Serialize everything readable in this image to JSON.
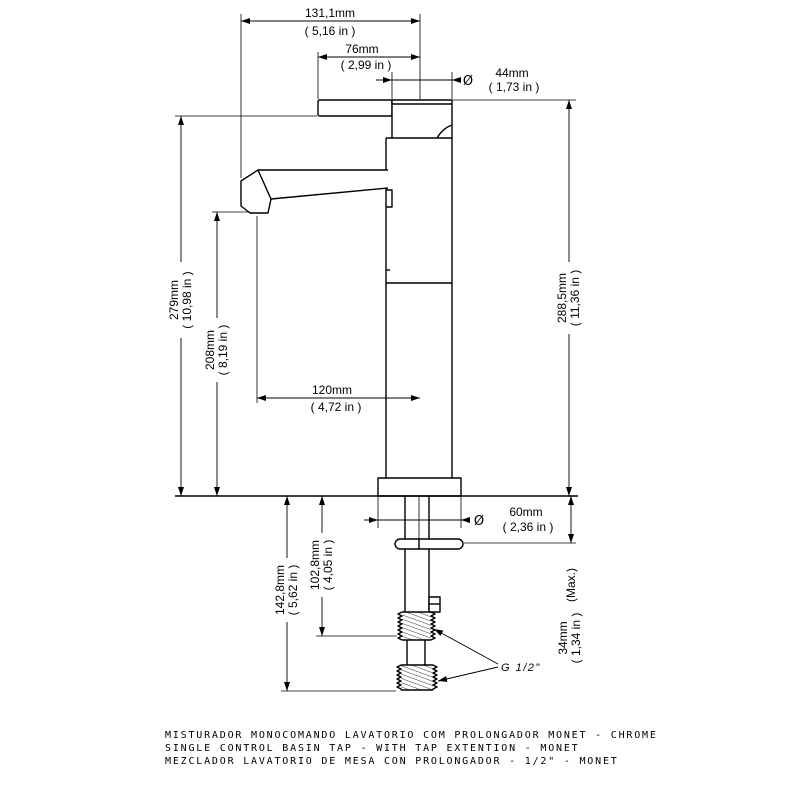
{
  "dimensions": {
    "overall_width": {
      "mm": "131,1mm",
      "in": "( 5,16 in )"
    },
    "lever_length": {
      "mm": "76mm",
      "in": "( 2,99 in )"
    },
    "body_diameter": {
      "symbol": "Ø",
      "mm": "44mm",
      "in": "( 1,73 in )"
    },
    "total_height": {
      "mm": "279mm",
      "in": "( 10,98 in )"
    },
    "spout_height": {
      "mm": "208mm",
      "in": "( 8,19 in )"
    },
    "spout_reach": {
      "mm": "120mm",
      "in": "( 4,72 in )"
    },
    "body_height": {
      "mm": "288,5mm",
      "in": "( 11,36 in )"
    },
    "base_diameter": {
      "symbol": "Ø",
      "mm": "60mm",
      "in": "( 2,36 in )"
    },
    "shank_length": {
      "mm": "142,8mm",
      "in": "( 5,62 in )"
    },
    "thread_depth": {
      "mm": "102,8mm",
      "in": "( 4,05 in )"
    },
    "counter_thickness": {
      "mm": "34mm",
      "in": "( 1,34 in )",
      "max_note": "(Max.)"
    }
  },
  "connection": {
    "label": "G 1/2\""
  },
  "title_block": {
    "lines": [
      "MISTURADOR MONOCOMANDO LAVATORIO COM PROLONGADOR MONET - CHROME",
      "SINGLE CONTROL BASIN TAP - WITH TAP EXTENTION - MONET",
      "MEZCLADOR LAVATORIO DE MESA CON PROLONGADOR - 1/2\" - MONET"
    ]
  },
  "colors": {
    "line": "#000000",
    "background": "#ffffff"
  }
}
